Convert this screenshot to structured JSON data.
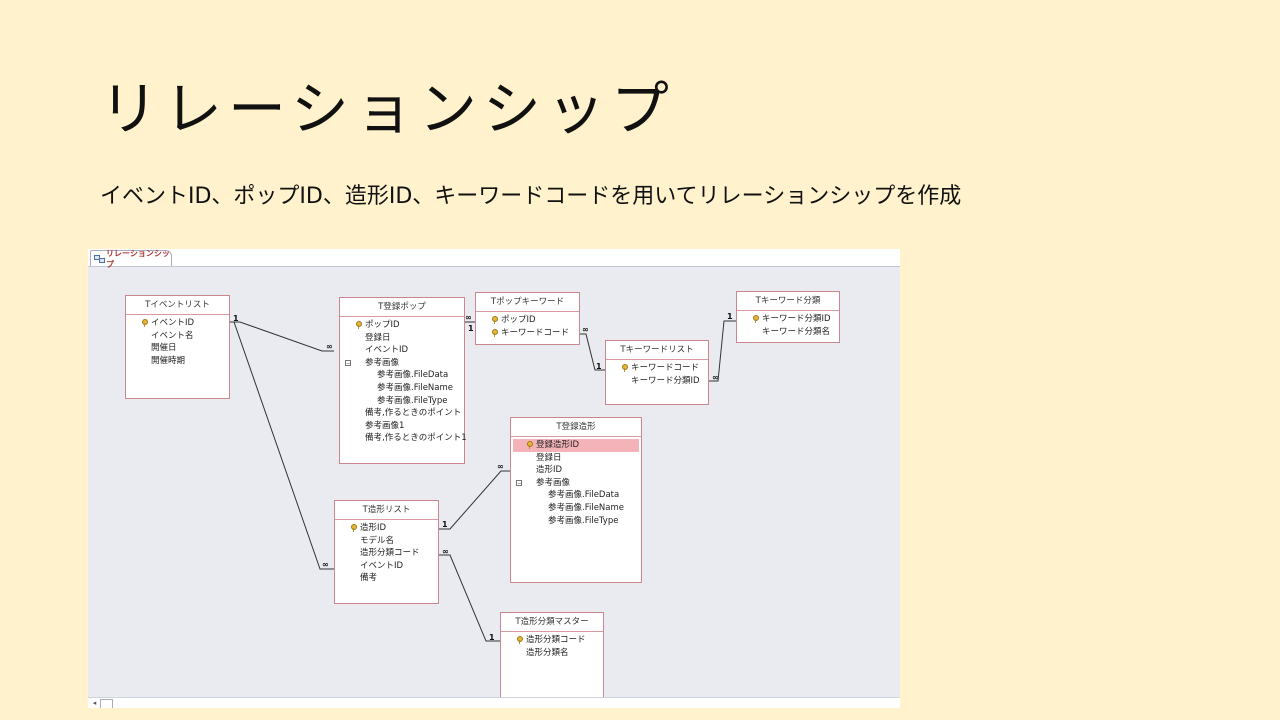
{
  "slide": {
    "title": "リレーションシップ",
    "subtitle": "イベントID、ポップID、造形ID、キーワードコードを用いてリレーションシップを作成"
  },
  "window": {
    "tab_label": "リレーションシップ"
  },
  "tables": {
    "event_list": {
      "title": "Tイベントリスト",
      "fields": [
        "イベントID",
        "イベント名",
        "開催日",
        "開催時期"
      ]
    },
    "registered_pop": {
      "title": "T登録ポップ",
      "fields": [
        "ポップID",
        "登録日",
        "イベントID",
        "参考画像",
        "参考画像.FileData",
        "参考画像.FileName",
        "参考画像.FileType",
        "備考,作るときのポイント",
        "参考画像1",
        "備考,作るときのポイント1"
      ]
    },
    "pop_keyword": {
      "title": "Tポップキーワード",
      "fields": [
        "ポップID",
        "キーワードコード"
      ]
    },
    "keyword_list": {
      "title": "Tキーワードリスト",
      "fields": [
        "キーワードコード",
        "キーワード分類ID"
      ]
    },
    "keyword_category": {
      "title": "Tキーワード分類",
      "fields": [
        "キーワード分類ID",
        "キーワード分類名"
      ]
    },
    "registered_shape": {
      "title": "T登録造形",
      "fields": [
        "登録造形ID",
        "登録日",
        "造形ID",
        "参考画像",
        "参考画像.FileData",
        "参考画像.FileName",
        "参考画像.FileType"
      ]
    },
    "shape_list": {
      "title": "T造形リスト",
      "fields": [
        "造形ID",
        "モデル名",
        "造形分類コード",
        "イベントID",
        "備考"
      ]
    },
    "shape_category_master": {
      "title": "T造形分類マスター",
      "fields": [
        "造形分類コード",
        "造形分類名"
      ]
    }
  },
  "symbols": {
    "one": "1",
    "many": "∞",
    "expand": "⊟",
    "scroll_left": "◂"
  }
}
